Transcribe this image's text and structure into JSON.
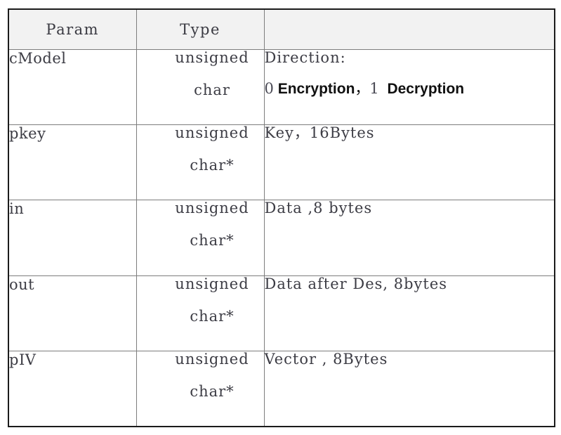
{
  "table": {
    "name": "des-parameter-table",
    "columns": [
      {
        "key": "param",
        "header": "Param"
      },
      {
        "key": "type",
        "header": "Type"
      },
      {
        "key": "desc",
        "header": ""
      }
    ],
    "rows": [
      {
        "param": "cModel",
        "type_line_1": "unsigned",
        "type_line_2": "char",
        "desc_line_1": "Direction:",
        "desc_line_2_num_0": "0",
        "desc_line_2_word_0": "Encryption",
        "desc_line_2_separator": "，",
        "desc_line_2_num_1": "1",
        "desc_line_2_word_1": "Decryption",
        "desc_line_2_plain": "0 Encryption，1 Decryption"
      },
      {
        "param": "pkey",
        "type_line_1": "unsigned",
        "type_line_2": "char*",
        "desc_line_1": "Key，16Bytes",
        "desc_line_2": ""
      },
      {
        "param": "in",
        "type_line_1": "unsigned",
        "type_line_2": "char*",
        "desc_line_1": "Data ,8 bytes",
        "desc_line_2": ""
      },
      {
        "param": "out",
        "type_line_1": "unsigned",
        "type_line_2": "char*",
        "desc_line_1": "Data after Des, 8bytes",
        "desc_line_2": ""
      },
      {
        "param": "pIV",
        "type_line_1": "unsigned",
        "type_line_2": "char*",
        "desc_line_1": "Vector , 8Bytes",
        "desc_line_2": ""
      }
    ]
  },
  "colors": {
    "outer_border": "#1b1b1b",
    "inner_border": "#7d7d7d",
    "header_background": "#f2f2f2",
    "text": "#3c3c44",
    "emphasis_text": "#101010",
    "page_background": "#ffffff"
  }
}
